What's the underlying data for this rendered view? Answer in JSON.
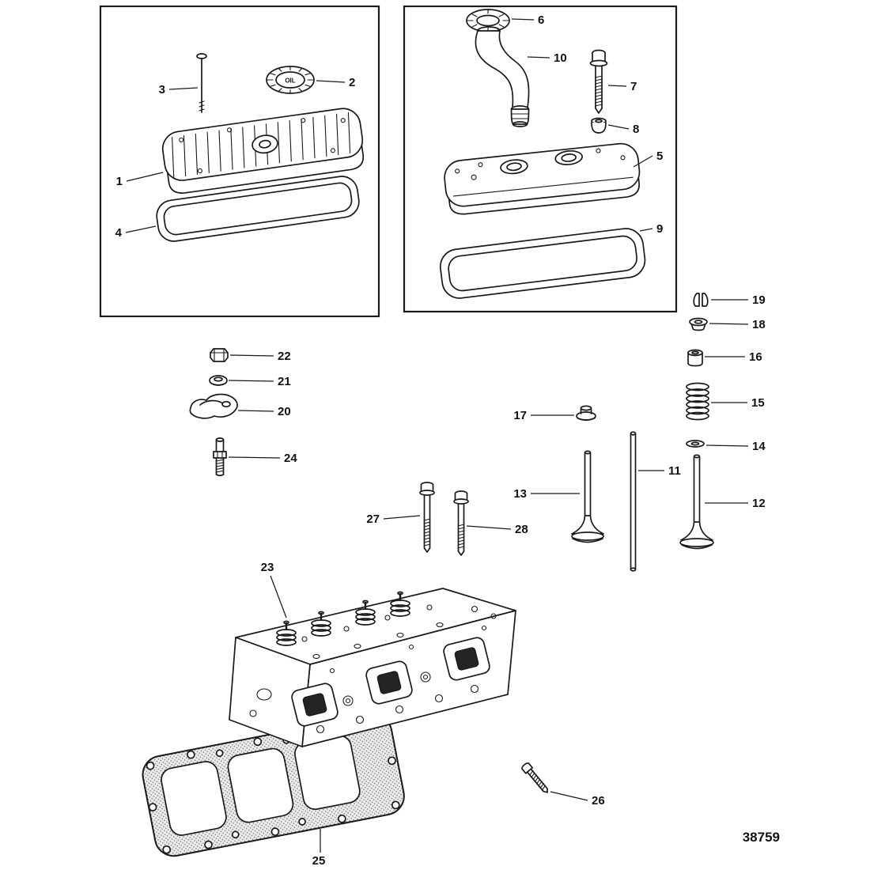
{
  "figure": {
    "drawing_number": "38759",
    "oil_cap_label": "OIL"
  },
  "callouts": [
    "1",
    "2",
    "3",
    "4",
    "5",
    "6",
    "7",
    "8",
    "9",
    "10",
    "11",
    "12",
    "13",
    "14",
    "15",
    "16",
    "17",
    "18",
    "19",
    "20",
    "21",
    "22",
    "23",
    "24",
    "25",
    "26",
    "27",
    "28"
  ]
}
